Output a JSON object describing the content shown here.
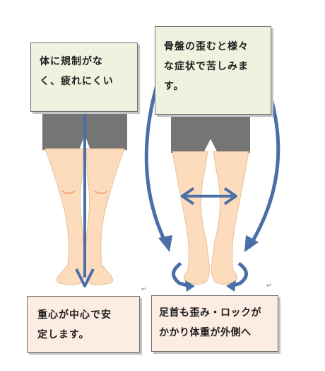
{
  "callouts": {
    "top_left": "体に規制がな\nく、疲れにくい",
    "top_right": "骨盤の歪むと様々\nな症状で苦しみま\nす。",
    "bottom_left": "重心が中心で安\n定します。",
    "bottom_right": "足首も歪み・ロックが\nかかり体重が外側へ"
  },
  "colors": {
    "skin": "#fcdcbc",
    "shorts": "#757575",
    "arrow": "#4a6fa8",
    "arrow_light": "#5b82c0",
    "note_green": "#edf3df",
    "note_peach": "#fdece2"
  }
}
